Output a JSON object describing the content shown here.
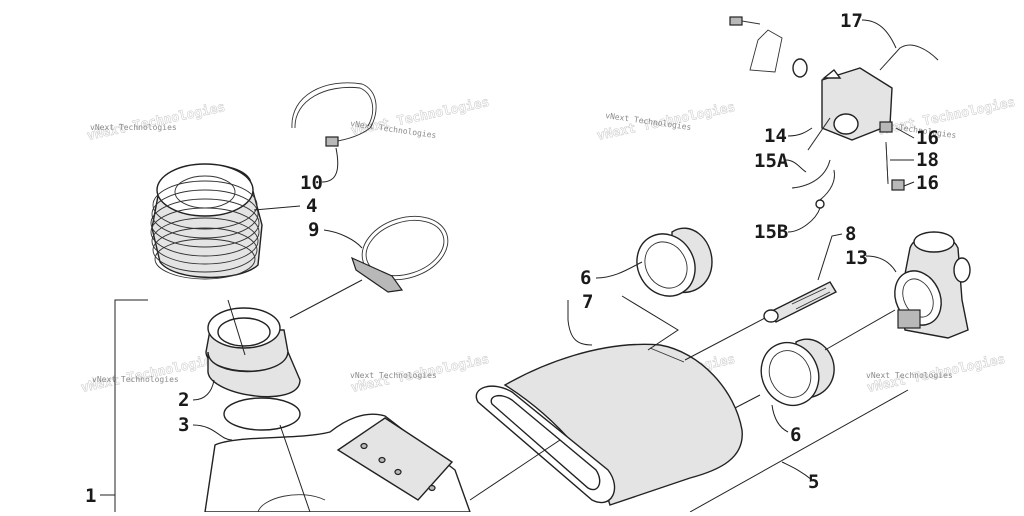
{
  "diagram": {
    "callouts": [
      {
        "id": "c1",
        "text": "1"
      },
      {
        "id": "c2",
        "text": "2"
      },
      {
        "id": "c3",
        "text": "3"
      },
      {
        "id": "c4",
        "text": "4"
      },
      {
        "id": "c5",
        "text": "5"
      },
      {
        "id": "c6a",
        "text": "6"
      },
      {
        "id": "c6b",
        "text": "6"
      },
      {
        "id": "c7",
        "text": "7"
      },
      {
        "id": "c8",
        "text": "8"
      },
      {
        "id": "c9",
        "text": "9"
      },
      {
        "id": "c10",
        "text": "10"
      },
      {
        "id": "c13",
        "text": "13"
      },
      {
        "id": "c14",
        "text": "14"
      },
      {
        "id": "c15a",
        "text": "15A"
      },
      {
        "id": "c15b",
        "text": "15B"
      },
      {
        "id": "c16a",
        "text": "16"
      },
      {
        "id": "c16b",
        "text": "16"
      },
      {
        "id": "c17",
        "text": "17"
      },
      {
        "id": "c18",
        "text": "18"
      }
    ],
    "watermark": "vNext Technologies"
  },
  "colors": {
    "ink": "#1a1a1a",
    "part_fill": "#e4e4e4",
    "watermark": "#8a8a8a"
  }
}
